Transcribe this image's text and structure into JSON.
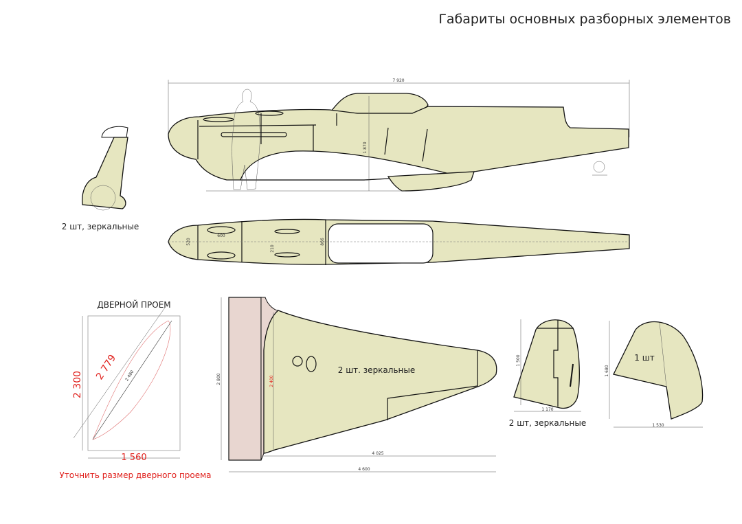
{
  "title": "Габариты основных разборных элементов",
  "colors": {
    "part_fill": "#e6e6c0",
    "root_fill": "#e8d6d0",
    "accent_red": "#e0201c"
  },
  "fuselage_side": {
    "length": "7 920",
    "height": "1 870"
  },
  "fuselage_top": {
    "nose_width": "520",
    "hatch_length": "600",
    "hatch_width": "210",
    "width": "866"
  },
  "landing_gear": {
    "note": "2 шт, зеркальные"
  },
  "door": {
    "title": "ДВЕРНОЙ ПРОЕМ",
    "height": "2 300",
    "diagonal": "2 779",
    "part_diagonal": "2 480",
    "width": "1 560",
    "warning": "Уточнить размер дверного проема"
  },
  "wing": {
    "root_chord": "2 800",
    "chord": "2 400",
    "span": "4 025",
    "total_span": "4 600",
    "note": "2 шт. зеркальные"
  },
  "stabilizer": {
    "height": "1 500",
    "width": "1 170",
    "note": "2 шт, зеркальные"
  },
  "fin": {
    "height": "1 680",
    "width": "1 530",
    "note": "1 шт"
  }
}
